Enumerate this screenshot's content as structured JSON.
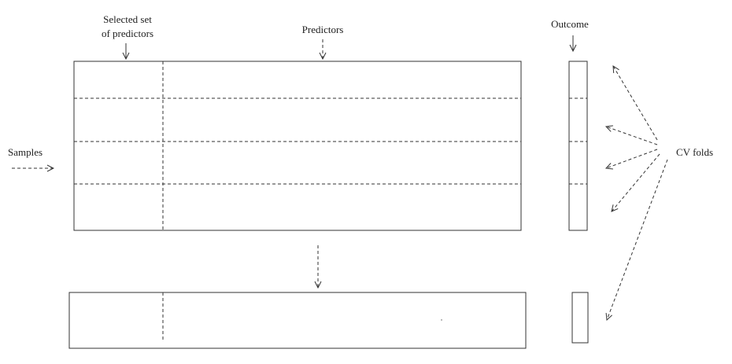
{
  "labels": {
    "selected_set_line1": "Selected set",
    "selected_set_line2": "of predictors",
    "predictors": "Predictors",
    "outcome": "Outcome",
    "samples": "Samples",
    "cv_folds": "CV folds"
  },
  "colors": {
    "stroke": "#333333",
    "text": "#222222",
    "background": "#ffffff"
  }
}
